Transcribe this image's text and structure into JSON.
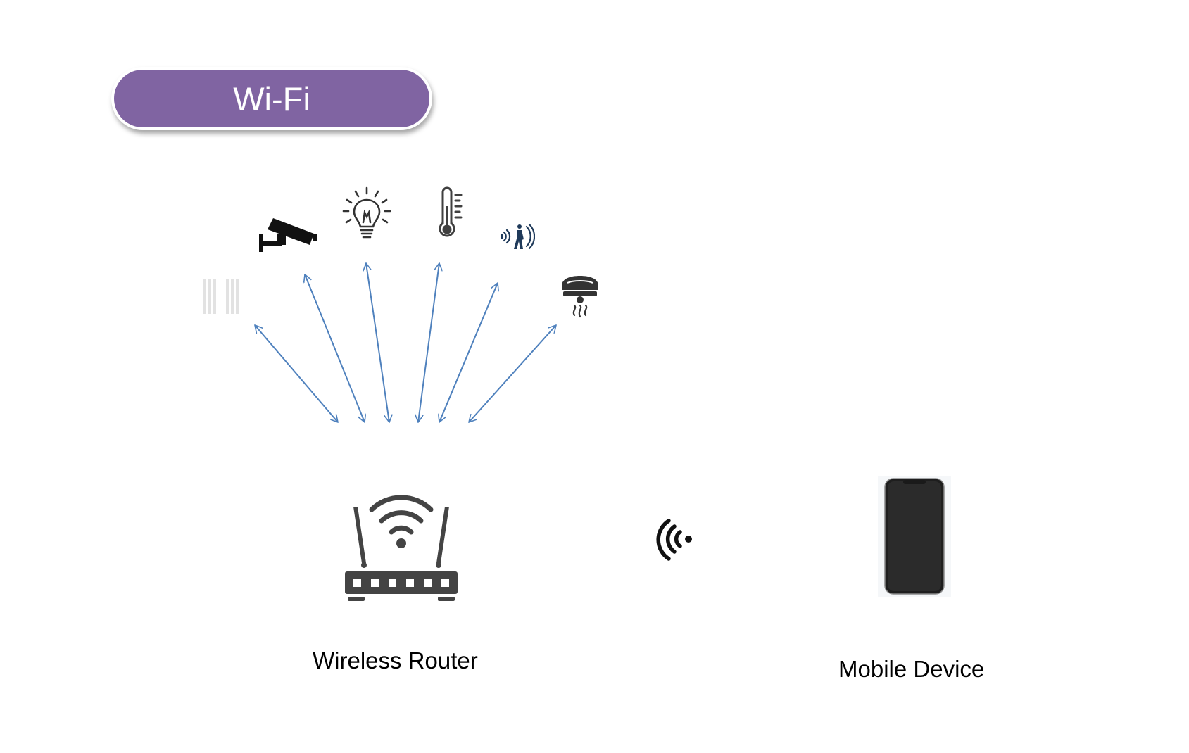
{
  "title": "Wi-Fi",
  "labels": {
    "router": "Wireless Router",
    "mobile": "Mobile Device"
  },
  "devices": [
    {
      "name": "window-sensor-icon"
    },
    {
      "name": "security-camera-icon"
    },
    {
      "name": "light-bulb-icon"
    },
    {
      "name": "thermometer-icon"
    },
    {
      "name": "motion-sensor-icon"
    },
    {
      "name": "smoke-detector-icon"
    }
  ],
  "colors": {
    "title_bg": "#8064a2",
    "arrow": "#4f81bd",
    "icon": "#404040"
  }
}
